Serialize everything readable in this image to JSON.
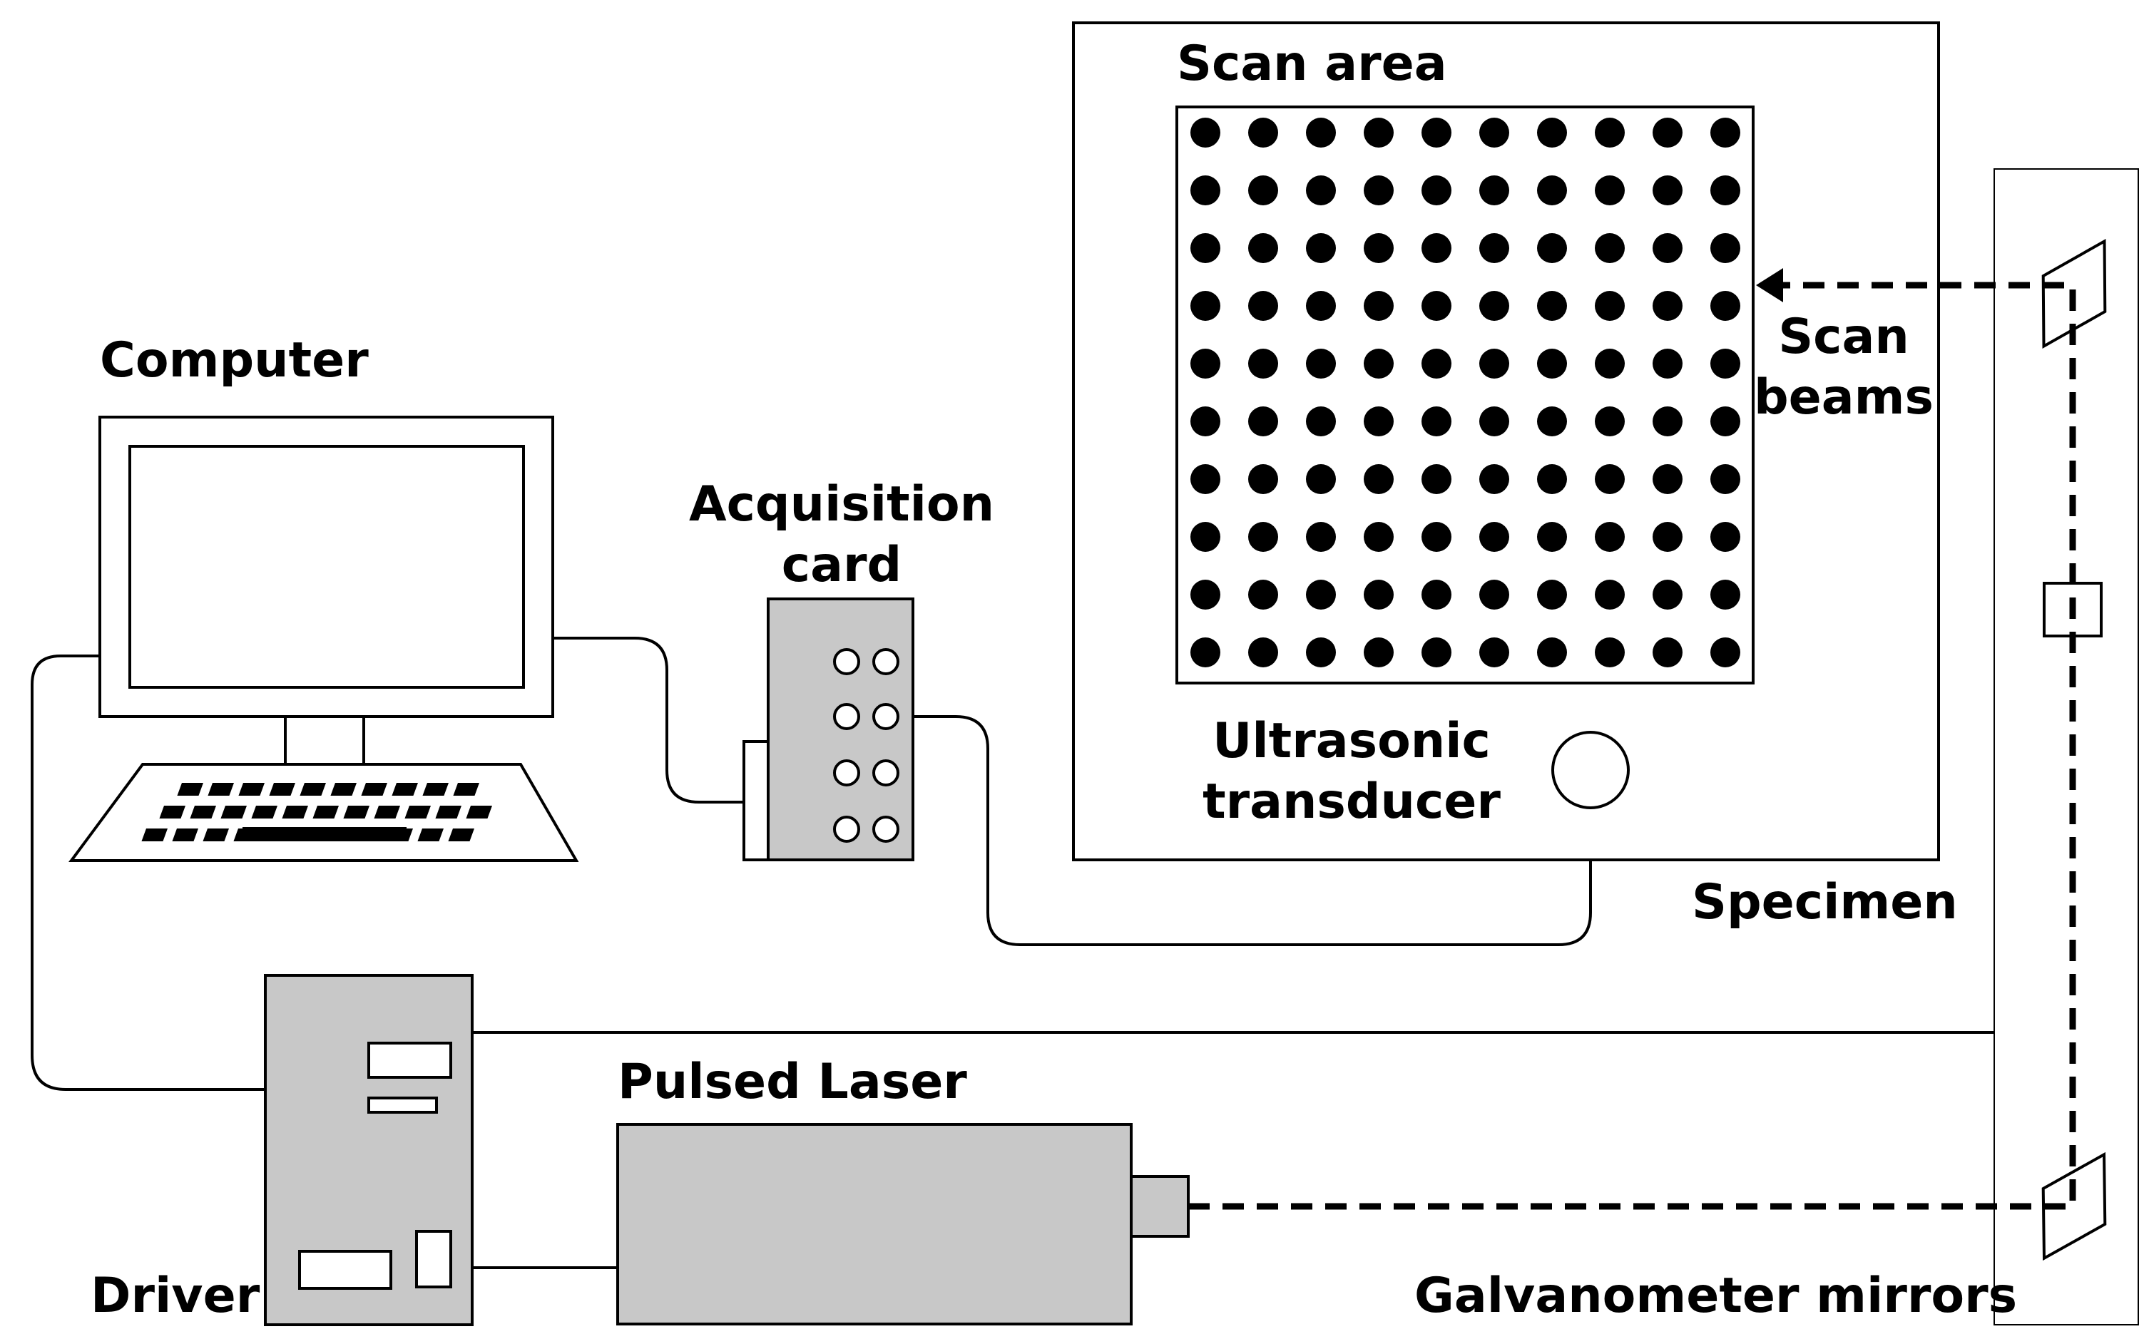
{
  "labels": {
    "computer": "Computer",
    "acquisition_line1": "Acquisition",
    "acquisition_line2": "card",
    "scan_area": "Scan area",
    "scan_beams_line1": "Scan",
    "scan_beams_line2": "beams",
    "ultrasonic_line1": "Ultrasonic",
    "ultrasonic_line2": "transducer",
    "specimen": "Specimen",
    "pulsed_laser": "Pulsed Laser",
    "driver": "Driver",
    "galvanometer": "Galvanometer mirrors"
  },
  "scan_grid": {
    "rows": 10,
    "cols": 10
  },
  "colors": {
    "device_fill": "#c8c8c8",
    "line": "#000000",
    "background": "#ffffff"
  }
}
